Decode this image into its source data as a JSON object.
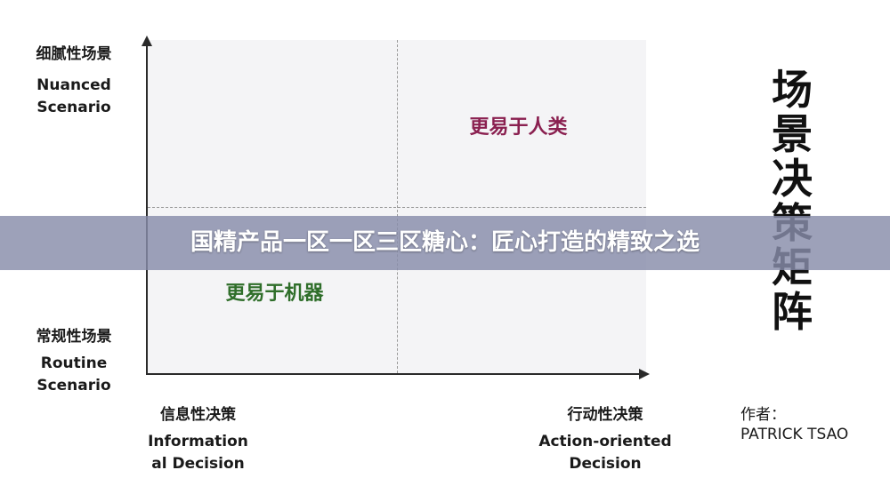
{
  "diagram": {
    "y_axis": {
      "top_cn": "细腻性场景",
      "top_en": [
        "Nuanced",
        "Scenario"
      ],
      "bottom_cn": "常规性场景",
      "bottom_en": [
        "Routine",
        "Scenario"
      ]
    },
    "x_axis": {
      "left_cn": "信息性决策",
      "left_en": [
        "Information",
        "al Decision"
      ],
      "right_cn": "行动性决策",
      "right_en": [
        "Action-oriented",
        "Decision"
      ]
    },
    "quadrants": {
      "top_right": "更易于人类",
      "bottom_left": "更易于机器"
    },
    "colors": {
      "human": "#8a2050",
      "machine": "#2f6e2a",
      "quadrant_bg": "#f4f4f6",
      "banner": "#878caa"
    },
    "side_title": [
      "场",
      "景",
      "决",
      "策",
      "矩",
      "阵"
    ],
    "author_label": "作者：",
    "author_name": "PATRICK TSAO"
  },
  "banner": {
    "text": "国精产品一区一区三区糖心：匠心打造的精致之选"
  }
}
